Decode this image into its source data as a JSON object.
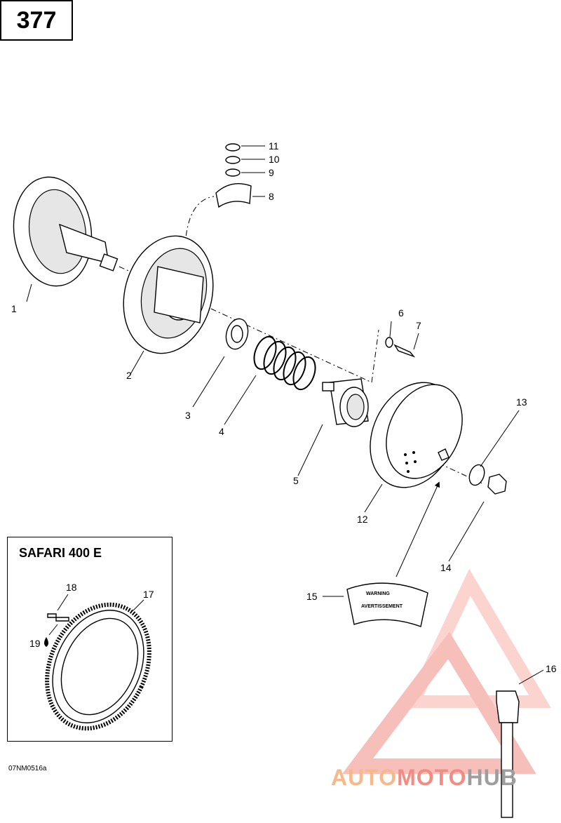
{
  "page_number": "377",
  "inset_title": "SAFARI 400 E",
  "drawing_code": "07NM0516a",
  "brand": {
    "part1": "AUTO",
    "part2": "MOTO",
    "part3": "HUB"
  },
  "labels": {
    "l1": "1",
    "l2": "2",
    "l3": "3",
    "l4": "4",
    "l5": "5",
    "l6": "6",
    "l7": "7",
    "l8": "8",
    "l9": "9",
    "l10": "10",
    "l11": "11",
    "l12": "12",
    "l13": "13",
    "l14": "14",
    "l15": "15",
    "l16": "16",
    "l17": "17",
    "l18": "18",
    "l19": "19"
  },
  "decal": {
    "warning": "WARNING",
    "avertissement": "AVERTISSEMENT"
  },
  "colors": {
    "logo_red": "#f28b82",
    "logo_orange": "#f5b98a",
    "logo_gray": "#9e9e9e"
  }
}
